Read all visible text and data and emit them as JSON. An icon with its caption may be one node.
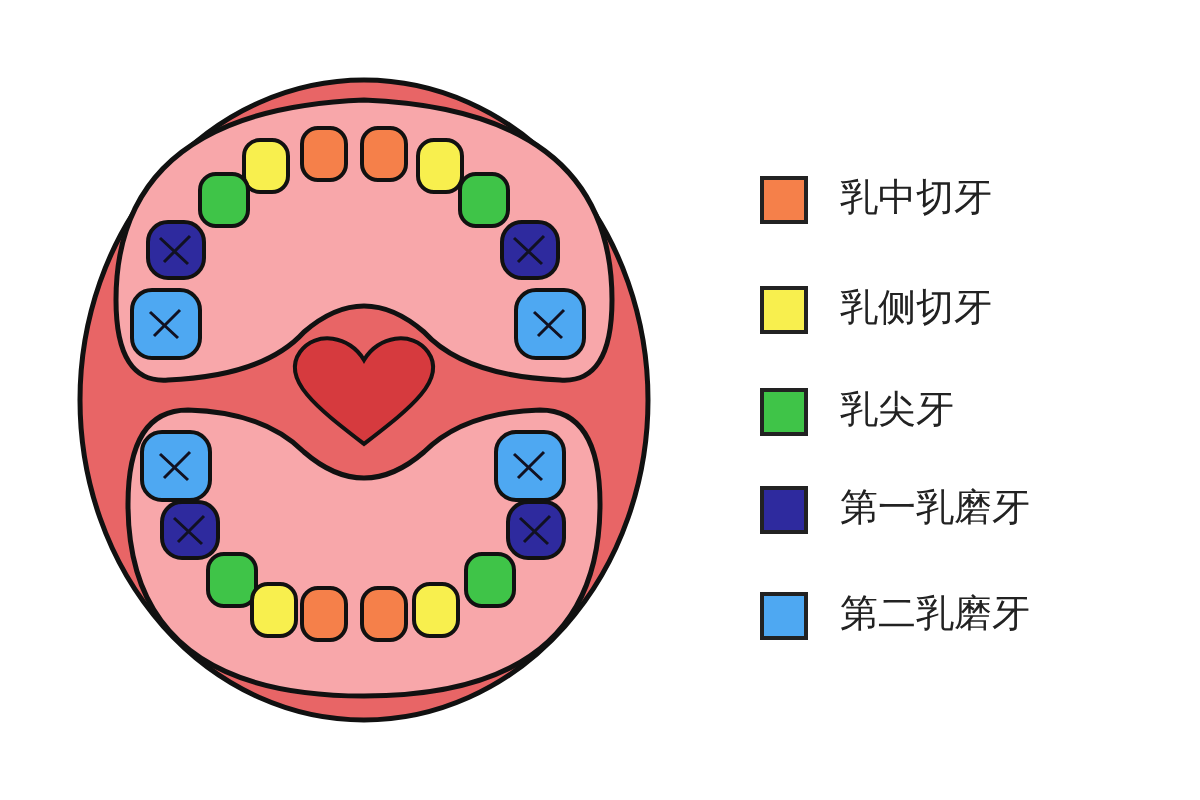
{
  "diagram": {
    "legend": [
      {
        "text": "乳中切牙",
        "color": "#f5804a"
      },
      {
        "text": "乳侧切牙",
        "color": "#f8ef4e"
      },
      {
        "text": "乳尖牙",
        "color": "#3fc448"
      },
      {
        "text": "第一乳磨牙",
        "color": "#2e2a9e"
      },
      {
        "text": "第二乳磨牙",
        "color": "#4ea8f2"
      }
    ]
  }
}
